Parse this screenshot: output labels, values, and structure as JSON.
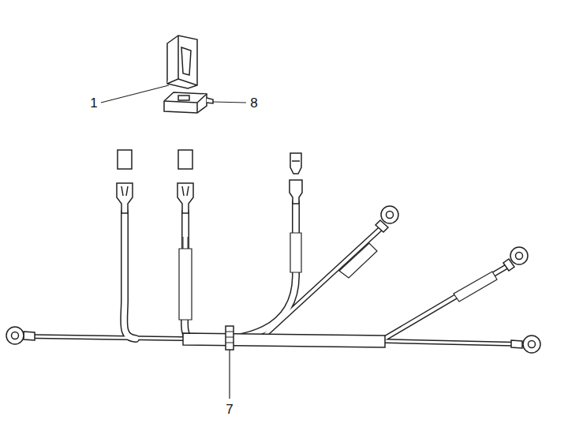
{
  "diagram": {
    "labels": [
      "1",
      "8",
      "7"
    ]
  }
}
